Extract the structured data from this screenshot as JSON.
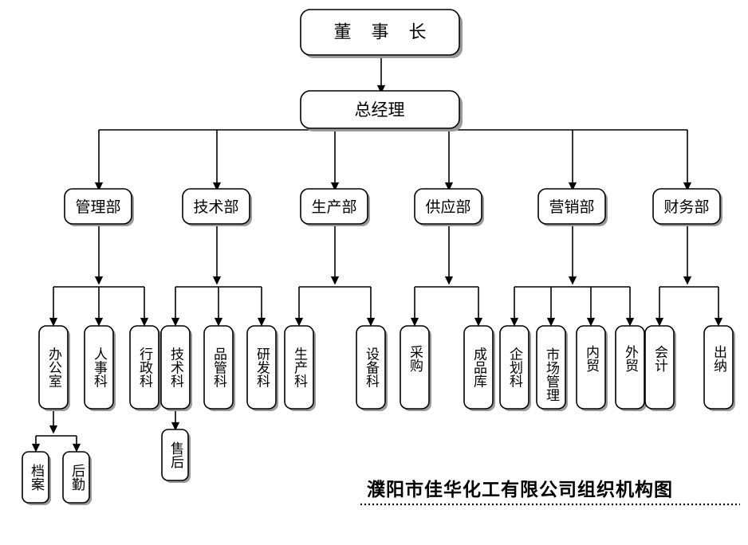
{
  "diagram": {
    "title": "濮阳市佳华化工有限公司组织机构图",
    "background_color": "#ffffff",
    "line_color": "#000000",
    "box_fill": "#ffffff",
    "shadow_color": "#9a9a9a"
  },
  "levels": {
    "level1_label": "董 事 长",
    "level2_label": "总经理"
  },
  "departments": [
    {
      "label": "管理部"
    },
    {
      "label": "技术部"
    },
    {
      "label": "生产部"
    },
    {
      "label": "供应部"
    },
    {
      "label": "营销部"
    },
    {
      "label": "财务部"
    }
  ],
  "sections": [
    {
      "label": "办公室"
    },
    {
      "label": "人事科"
    },
    {
      "label": "行政科"
    },
    {
      "label": "技术科"
    },
    {
      "label": "品管科"
    },
    {
      "label": "研发科"
    },
    {
      "label": "生产科"
    },
    {
      "label": "设备科"
    },
    {
      "label": "采购"
    },
    {
      "label": "成品库"
    },
    {
      "label": "企划科"
    },
    {
      "label": "市场管理"
    },
    {
      "label": "内贸"
    },
    {
      "label": "外贸"
    },
    {
      "label": "会计"
    },
    {
      "label": "出纳"
    }
  ],
  "units": [
    {
      "label": "档案"
    },
    {
      "label": "后勤"
    },
    {
      "label": "售后"
    }
  ]
}
